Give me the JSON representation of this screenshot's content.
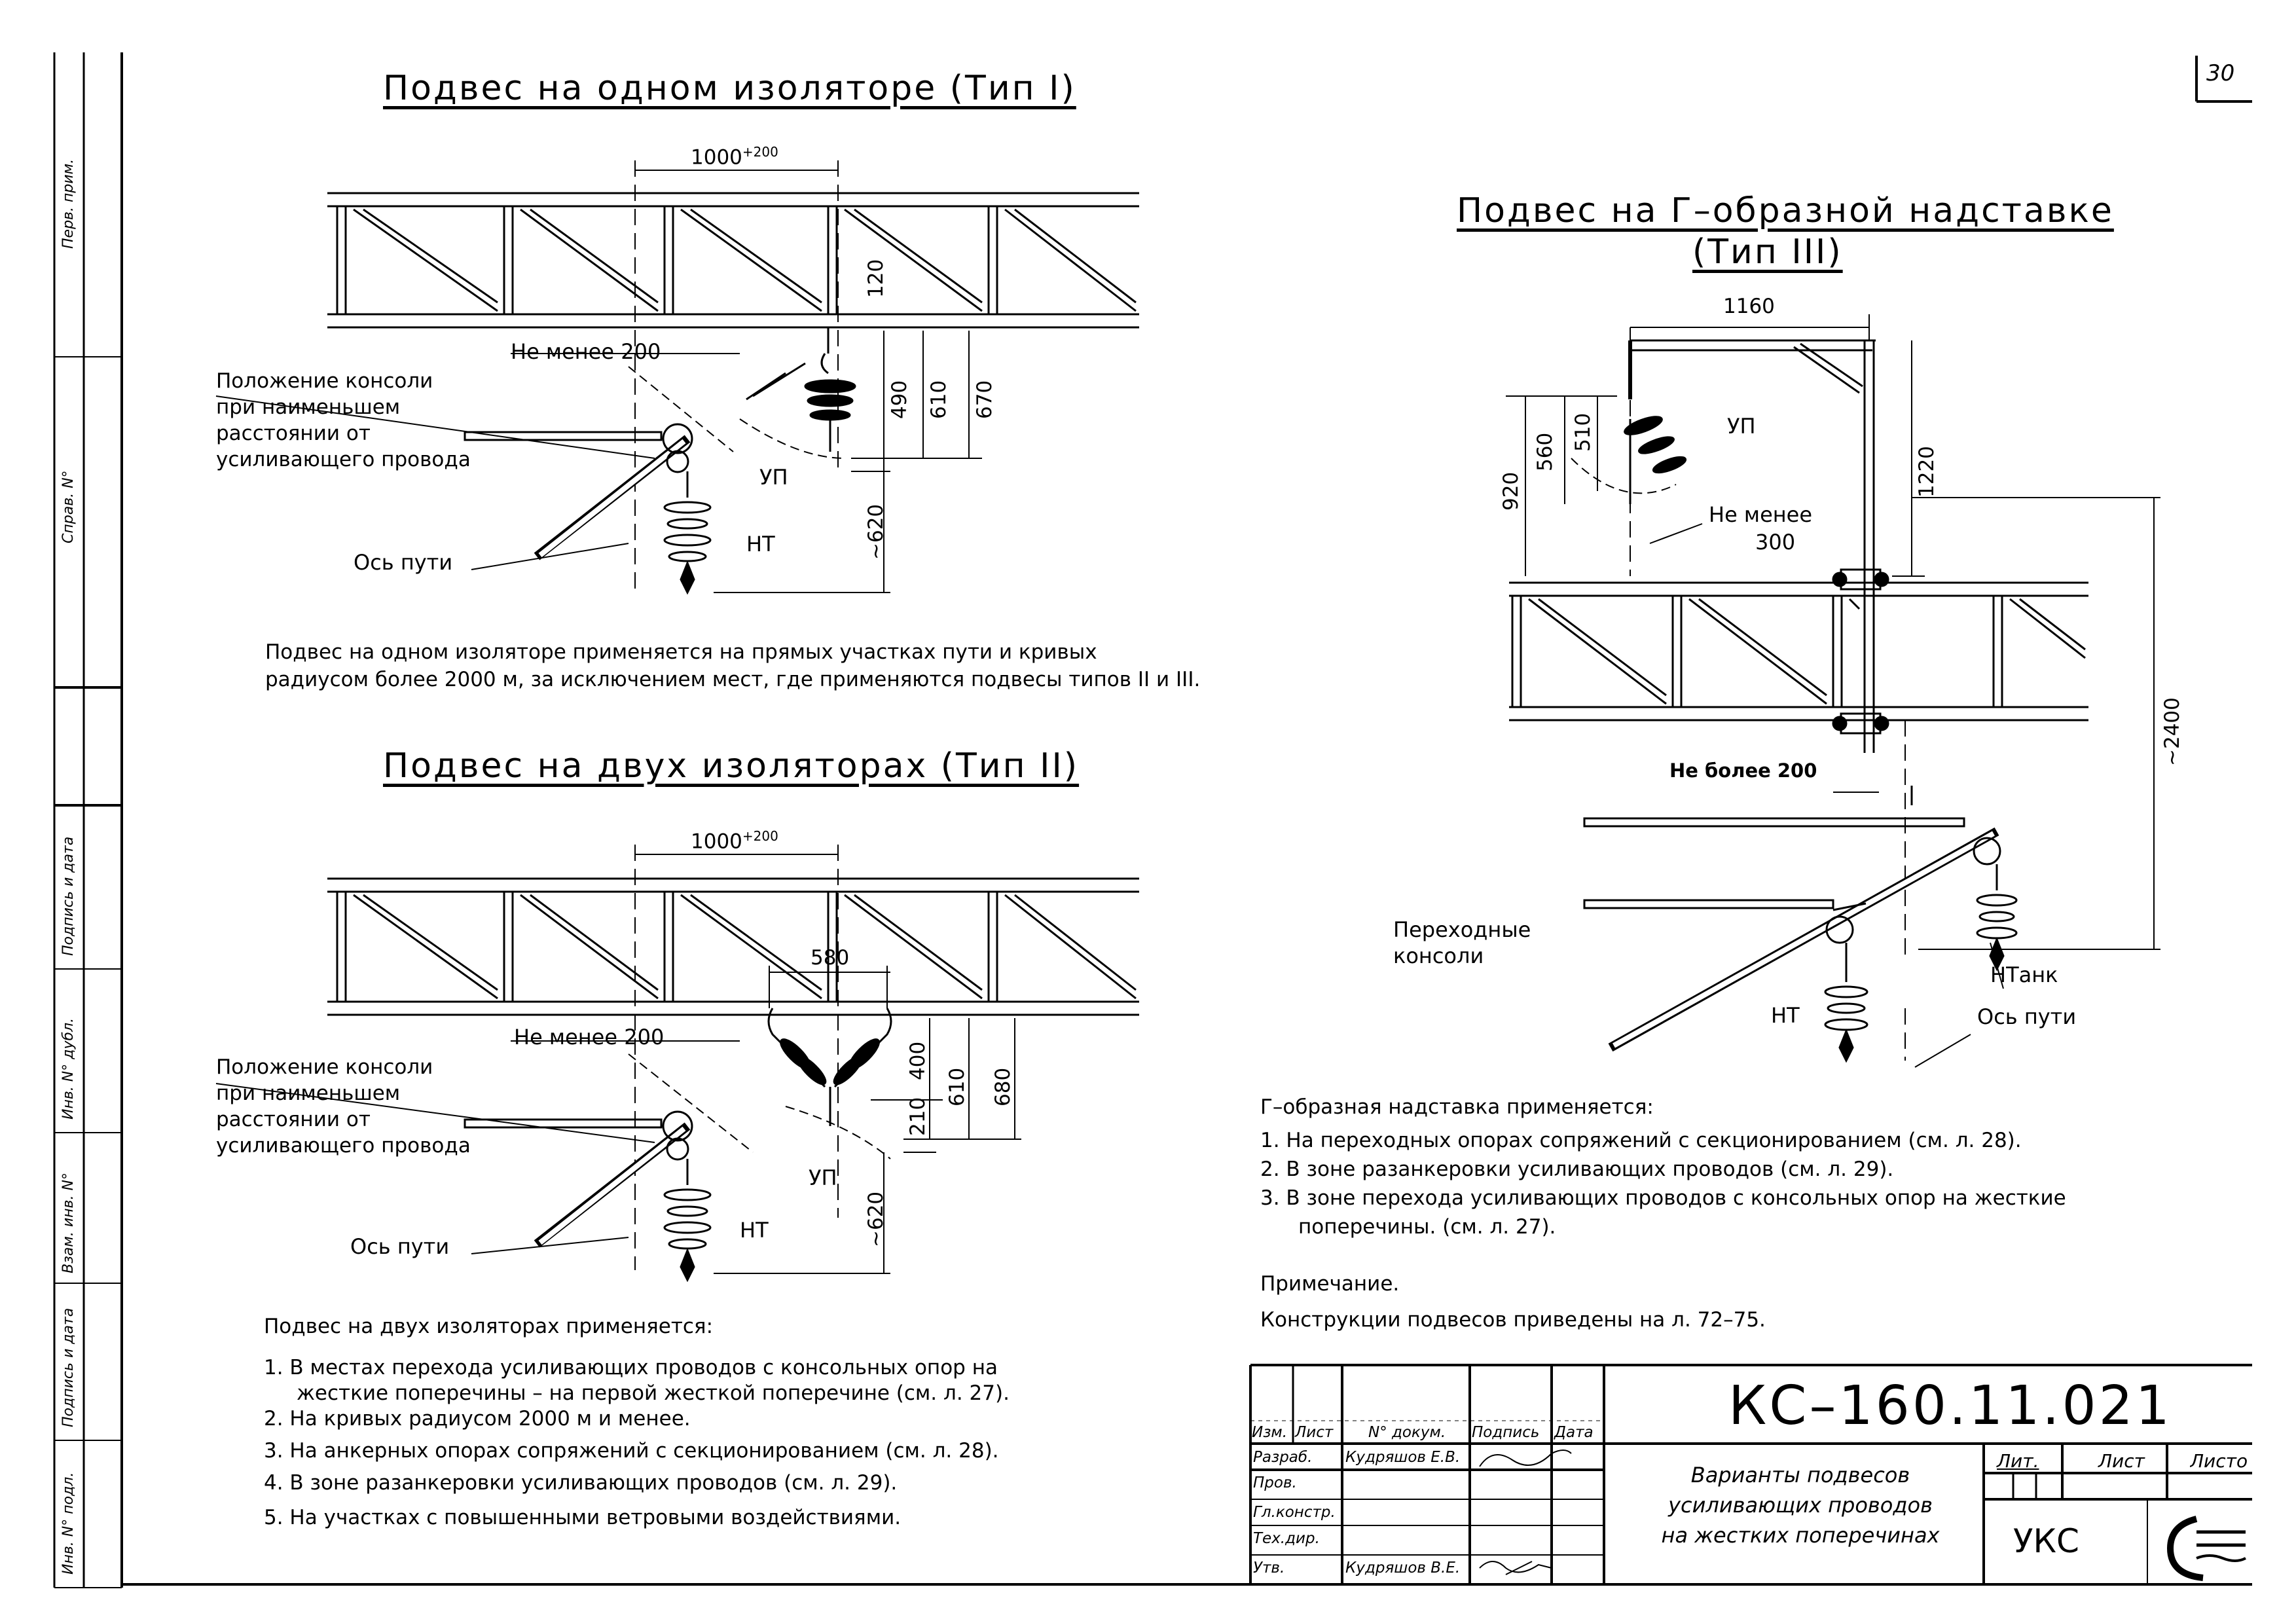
{
  "sheet_number": "30",
  "side_stamps": [
    "Перв. прим.",
    "Справ. N°",
    "Подпись и дата",
    "Инв. N° дубл.",
    "Взам. инв. N°",
    "Подпись и дата",
    "Инв. N° подл."
  ],
  "type1": {
    "title": "Подвес на одном изоляторе (Тип I)",
    "dim_span": "1000",
    "dim_span_tol": "+200",
    "dim_v": [
      "120",
      "490",
      "610",
      "670"
    ],
    "dim_low": "~620",
    "not_less": "Не менее 200",
    "console_label": [
      "Положение консоли",
      "при наименьшем",
      "расстоянии от",
      "усиливающего провода"
    ],
    "axis_label": "Ось пути",
    "up": "УП",
    "nt": "НТ",
    "description": [
      "Подвес на одном изоляторе применяется на прямых участках пути и кривых",
      "радиусом более 2000 м, за исключением мест, где применяются подвесы типов II и III."
    ]
  },
  "type2": {
    "title": "Подвес на двух изоляторах (Тип II)",
    "dim_span": "1000",
    "dim_span_tol": "+200",
    "dim_580": "580",
    "dim_v": [
      "400",
      "610",
      "680"
    ],
    "dim_210": "210",
    "dim_low": "~620",
    "not_less": "Не менее 200",
    "console_label": [
      "Положение консоли",
      "при наименьшем",
      "расстоянии от",
      "усиливающего провода"
    ],
    "axis_label": "Ось пути",
    "up": "УП",
    "nt": "НТ",
    "intro": "Подвес на двух изоляторах применяется:",
    "items": [
      "1. В местах перехода усиливающих проводов с консольных опор на",
      "жесткие поперечины – на первой жесткой поперечине (см. л. 27).",
      "2. На кривых радиусом 2000 м и менее.",
      "3. На анкерных опорах сопряжений с секционированием (см. л. 28).",
      "4. В зоне разанкеровки усиливающих проводов (см. л. 29).",
      "5. На участках с повышенными ветровыми воздействиями."
    ]
  },
  "type3": {
    "title_line1": "Подвес на Г–образной надставке",
    "title_line2": "(Тип III)",
    "dim_1160": "1160",
    "dim_v": [
      "920",
      "560",
      "510"
    ],
    "dim_1220": "1220",
    "dim_2400": "~2400",
    "up": "УП",
    "not_less_line1": "Не менее",
    "not_less_line2": "300",
    "not_more": "Не более 200",
    "transition": [
      "Переходные",
      "консоли"
    ],
    "ntank": "НТанк",
    "nt": "НТ",
    "axis_label": "Ось пути",
    "intro": "Г–образная надставка применяется:",
    "items": [
      "1. На переходных опорах сопряжений с секционированием (см. л. 28).",
      "2. В зоне разанкеровки усиливающих проводов (см. л. 29).",
      "3. В зоне перехода усиливающих проводов с консольных опор на жесткие",
      "поперечины. (см. л. 27)."
    ],
    "note_title": "Примечание.",
    "note": "Конструкции подвесов приведены на л. 72–75."
  },
  "title_block": {
    "code": "КС–160.11.021",
    "headers": [
      "Изм.",
      "Лист",
      "N° докум.",
      "Подпись",
      "Дата"
    ],
    "rows": [
      {
        "role": "Разраб.",
        "name": "Кудряшов Е.В."
      },
      {
        "role": "Пров.",
        "name": ""
      },
      {
        "role": "Гл.констр.",
        "name": ""
      },
      {
        "role": "Тех.дир.",
        "name": ""
      },
      {
        "role": "Утв.",
        "name": "Кудряшов В.Е."
      }
    ],
    "description": [
      "Варианты подвесов",
      "усиливающих проводов",
      "на жестких поперечинах"
    ],
    "lit": "Лит.",
    "list": "Лист",
    "lists": "Листо",
    "org": "УКС"
  }
}
